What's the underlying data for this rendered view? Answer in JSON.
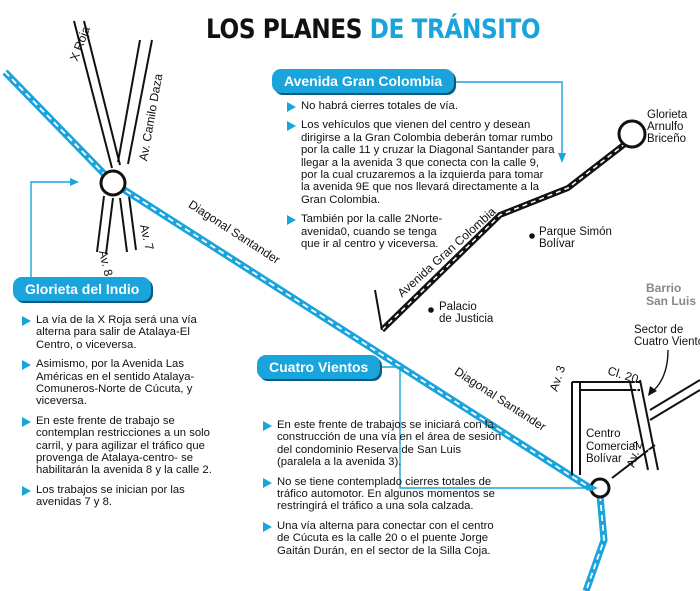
{
  "title": {
    "part1": "LOS PLANES",
    "part2": "DE TRÁNSITO"
  },
  "colors": {
    "accent": "#1aa4dc",
    "text": "#111111",
    "gray_text": "#888888"
  },
  "sections": {
    "avenida_gran_colombia": {
      "label": "Avenida Gran Colombia",
      "bullets": [
        "No habrá cierres totales de vía.",
        "Los vehículos que vienen del centro y desean dirigirse a la Gran Colombia deberán tomar rumbo por la calle 11 y cruzar la Diagonal Santander para llegar a la avenida 3 que conecta con la calle 9, por la cual cruzaremos a la izquierda para tomar la avenida 9E que nos llevará directamente a la Gran Colombia.",
        "También por la calle 2Norte-avenida0, cuando se tenga que ir al centro y viceversa."
      ]
    },
    "glorieta_del_indio": {
      "label": "Glorieta del Indio",
      "bullets": [
        "La vía de la X Roja será una vía alterna para salir de Atalaya-El Centro, o viceversa.",
        "Asimismo, por la Avenida Las Américas en el sentido Atalaya-Comuneros-Norte de Cúcuta, y viceversa.",
        "En este frente de trabajo se contemplan restricciones a un solo carril, y para agilizar el tráfico que provenga de Atalaya-centro- se habilitarán la avenida 8 y la calle 2.",
        "Los trabajos se inician por las avenidas 7 y 8."
      ]
    },
    "cuatro_vientos": {
      "label": "Cuatro Vientos",
      "bullets": [
        "En este frente de trabajos se iniciará con la construcción de una vía en el área de sesión del condominio Reserva de San Luis (paralela a la avenida 3).",
        "No se tiene contemplado cierres totales de tráfico automotor. En algunos momentos se restringirá el tráfico a una sola calzada.",
        "Una vía alterna para conectar con el centro de Cúcuta es la calle 20 o el puente Jorge Gaitán Durán, en el sector de la Silla Coja."
      ]
    }
  },
  "map_labels": {
    "x_roja": "X Roja",
    "camilo_daza": "Av. Camilo Daza",
    "av8": "Av. 8",
    "av7": "Av. 7",
    "diagonal1": "Diagonal Santander",
    "diagonal2": "Diagonal Santander",
    "gran_colombia": "Avenida Gran Colombia",
    "glorieta_briceno": [
      "Glorieta",
      "Arnulfo",
      "Briceño"
    ],
    "parque": [
      "Parque Simón",
      "Bolívar"
    ],
    "palacio": [
      "Palacio",
      "de Justicia"
    ],
    "barrio": [
      "Barrio",
      "San Luis"
    ],
    "sector": [
      "Sector de",
      "Cuatro Vientos"
    ],
    "cl20": "Cl. 20",
    "av3": "Av. 3",
    "av2": "Av. 2",
    "centro_comercial": [
      "Centro",
      "Comercial",
      "Bolívar"
    ]
  }
}
